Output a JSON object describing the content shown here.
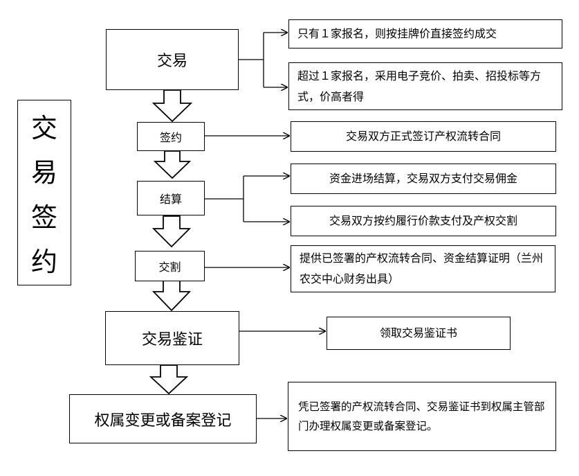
{
  "side_title": [
    "交",
    "易",
    "签",
    "约"
  ],
  "steps": {
    "trade": "交易",
    "sign": "签约",
    "settle": "结算",
    "deliver": "交割",
    "verify": "交易鉴证",
    "register": "权属变更或备案登记"
  },
  "notes": {
    "trade_single": "只有１家报名，则按挂牌价直接签约成交",
    "trade_multi": "超过１家报名，采用电子竞价、拍卖、招投标等方式，价高者得",
    "sign": "交易双方正式签订产权流转合同",
    "settle_funds": "资金进场结算，交易双方支付交易佣金",
    "settle_pay": "交易双方按约履行价款支付及产权交割",
    "deliver": "提供已签署的产权流转合同、资金结算证明（兰州农交中心财务出具）",
    "verify": "领取交易鉴证书",
    "register": "凭已签署的产权流转合同、交易鉴证书到权属主管部门办理权属变更或备案登记。"
  }
}
